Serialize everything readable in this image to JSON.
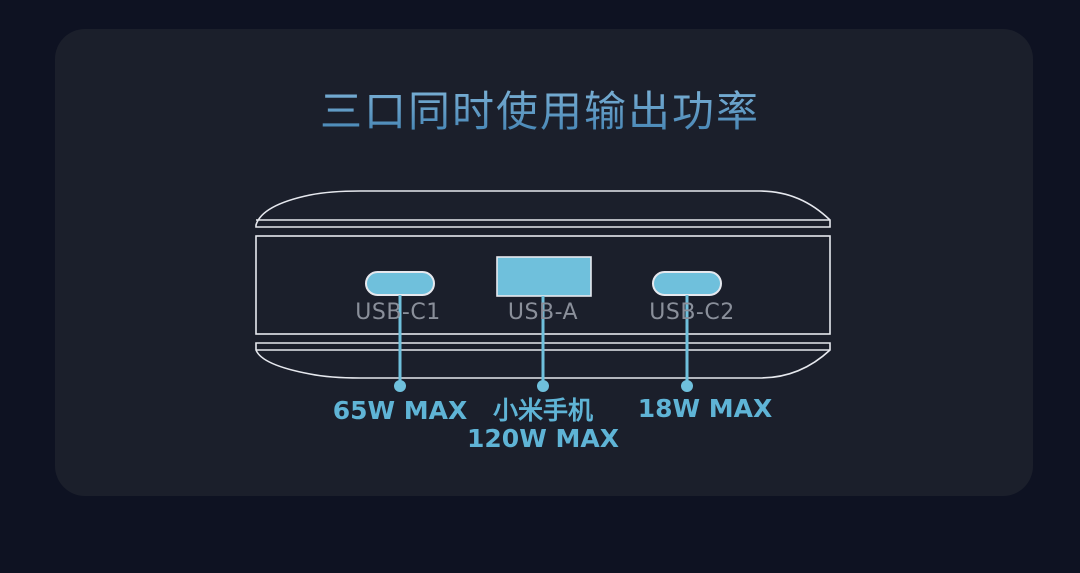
{
  "title": "三口同时使用输出功率",
  "ports": [
    {
      "label": "USB-C1",
      "power_lines": [
        "65W MAX"
      ]
    },
    {
      "label": "USB-A",
      "power_lines": [
        "小米手机",
        "120W MAX"
      ]
    },
    {
      "label": "USB-C2",
      "power_lines": [
        "18W MAX"
      ]
    }
  ],
  "colors": {
    "background": "#0e1222",
    "card": "#1b1f2b",
    "port_fill": "#6fc0dc",
    "accent_text": "#5fb4d6",
    "outline": "#e6e8ee"
  }
}
